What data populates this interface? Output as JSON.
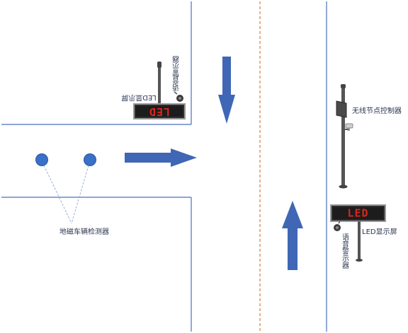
{
  "labels": {
    "led_display_top": "LED显示屏",
    "voice_alarm_top": "语音警示器",
    "geomagnetic_detector": "地磁车辆检测器",
    "wireless_controller": "无线节点控制器",
    "led_display_right": "LED显示屏",
    "voice_alarm_right": "语音警示器"
  },
  "screens": {
    "top_text": "LED",
    "right_text": "LED"
  },
  "colors": {
    "road_edge": "#4a6fbf",
    "center_line": "#e07b3a",
    "arrow": "#3f67b5",
    "sensor": "#3a70c8",
    "pole": "#555555",
    "led_text": "#d8261c"
  }
}
